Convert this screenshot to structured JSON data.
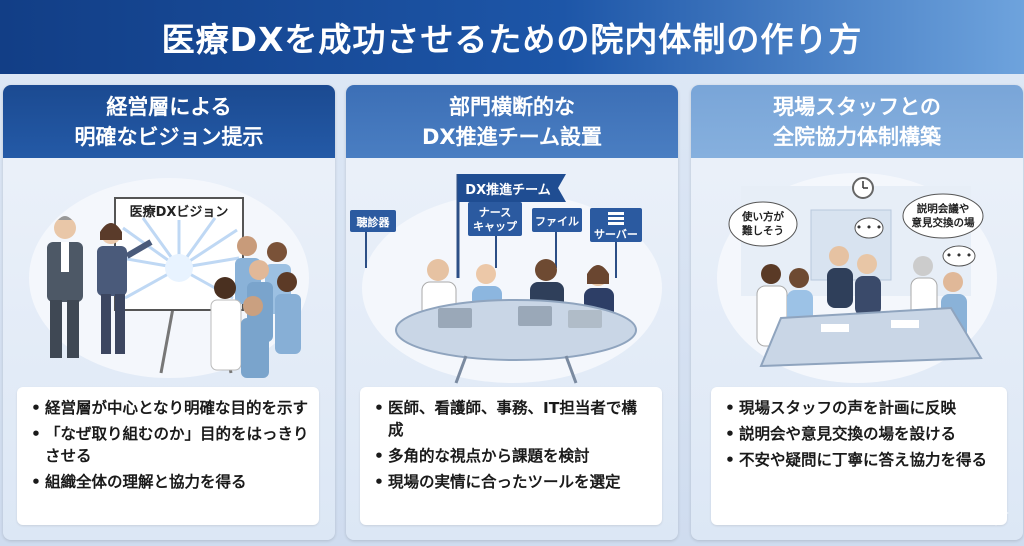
{
  "title": "医療DXを成功させるための院内体制の作り方",
  "cards": [
    {
      "heading_line1": "経営層による",
      "heading_line2": "明確なビジョン提示",
      "board_label": "医療DXビジョン",
      "bullets": [
        "経営層が中心となり明確な目的を示す",
        "「なぜ取り組むのか」目的をはっきりさせる",
        "組織全体の理解と協力を得る"
      ]
    },
    {
      "heading_line1": "部門横断的な",
      "heading_line2": "DX推進チーム設置",
      "flag_label": "DX推進チーム",
      "signs": [
        "聴診器",
        "ナース\nキャップ",
        "ファイル",
        "サーバー"
      ],
      "bullets": [
        "医師、看護師、事務、IT担当者で構成",
        "多角的な視点から課題を検討",
        "現場の実情に合ったツールを選定"
      ]
    },
    {
      "heading_line1": "現場スタッフとの",
      "heading_line2": "全院協力体制構築",
      "bubble_left": "使い方が\n難しそう",
      "bubble_right": "説明会議や\n意見交換の場",
      "bullets": [
        "現場スタッフの声を計画に反映",
        "説明会や意見交換の場を設ける",
        "不安や疑問に丁寧に答え協力を得る"
      ]
    }
  ]
}
